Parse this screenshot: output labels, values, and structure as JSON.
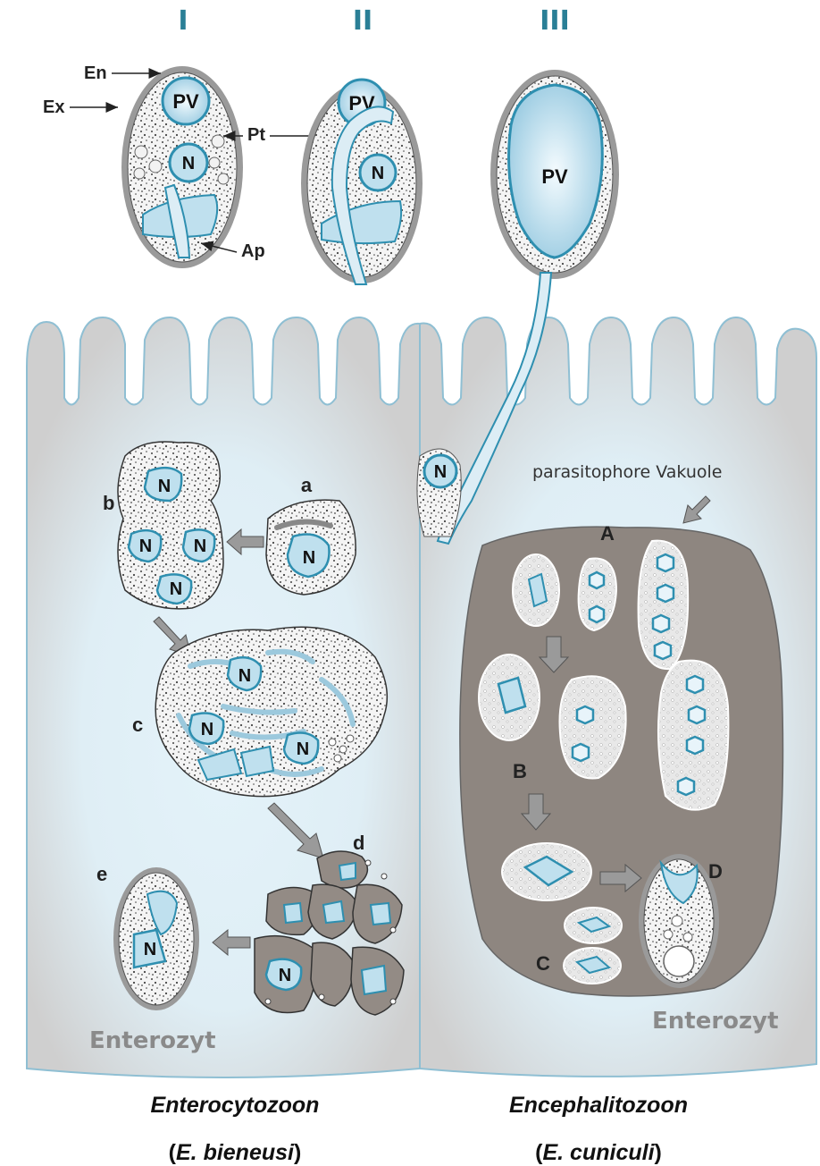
{
  "stages": {
    "I": "I",
    "II": "II",
    "III": "III"
  },
  "spore_labels": {
    "en": "En",
    "ex": "Ex",
    "pt": "Pt",
    "ap": "Ap",
    "pv": "PV",
    "n": "N"
  },
  "left_cell": {
    "steps": [
      "a",
      "b",
      "c",
      "d",
      "e"
    ],
    "label": "Enterozyt"
  },
  "right_cell": {
    "vacuole_label": "parasitophore Vakuole",
    "steps": [
      "A",
      "B",
      "C",
      "D"
    ],
    "label": "Enterozyt"
  },
  "captions": {
    "left_genus": "Enterocytozoon",
    "left_species_open": "(",
    "left_species": "E. bieneusi",
    "left_species_close": ")",
    "right_genus": "Encephalitozoon",
    "right_species_open": "(",
    "right_species": "E. cuniculi",
    "right_species_close": ")"
  },
  "colors": {
    "blue_fill": "#bfe0ee",
    "blue_stroke": "#2e8fb0",
    "cell_gray": "#d6d6d6",
    "vacuole_dark": "#8e8680"
  }
}
